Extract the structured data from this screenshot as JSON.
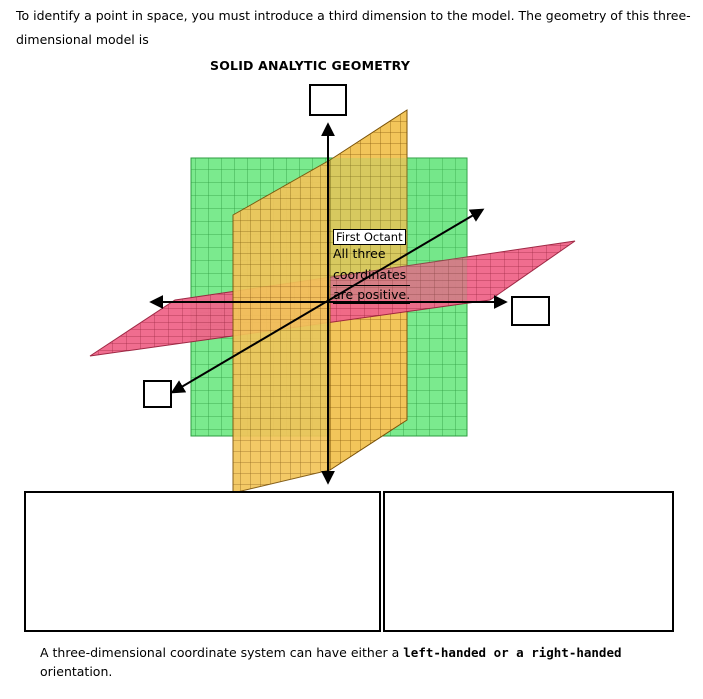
{
  "intro": {
    "text": "To identify a point in space, you must introduce a third dimension to the model. The geometry of this three-dimensional model is"
  },
  "heading": "SOLID ANALYTIC GEOMETRY",
  "octant_note": {
    "title": "First Octant",
    "line1": "All three",
    "line2": "coordinates",
    "line3": "are positive."
  },
  "colors": {
    "xy_plane": "#e85a7a",
    "xz_plane": "#5fe07a",
    "yz_plane": "#e8b840",
    "axes": "#000000"
  },
  "closing": {
    "prefix": "A three-dimensional coordinate system can have either a ",
    "bold": "left-handed or a right-handed",
    "suffix": " orientation."
  }
}
